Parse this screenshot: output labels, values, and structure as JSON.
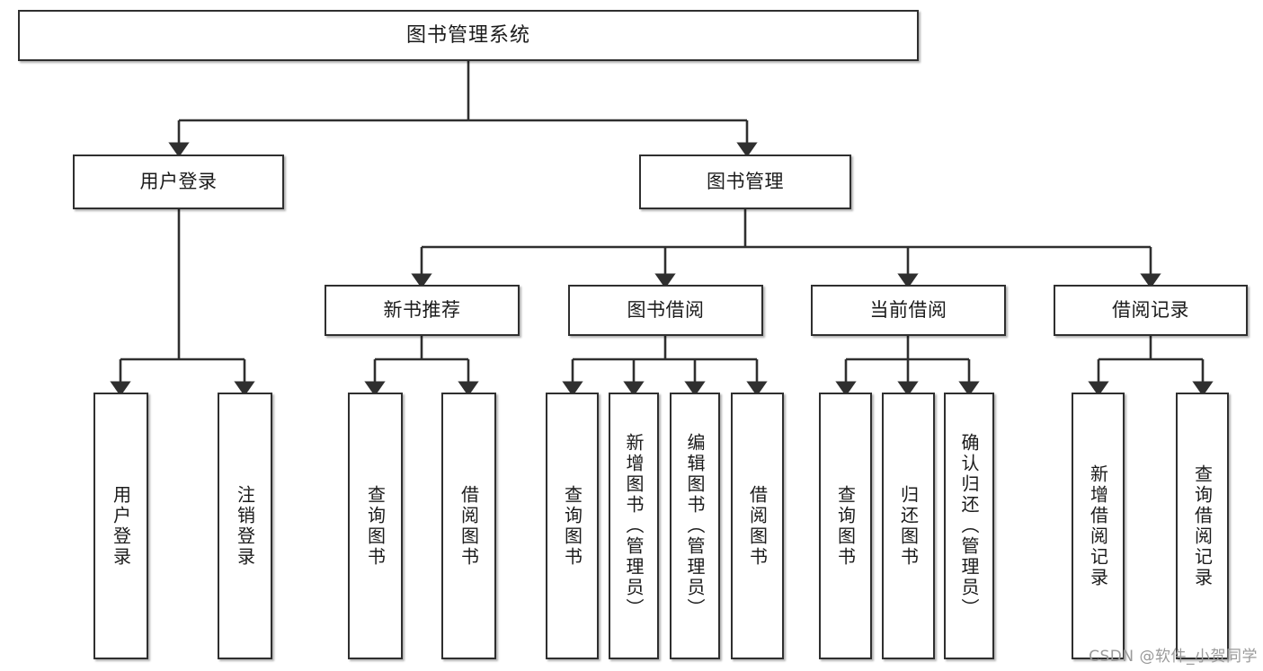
{
  "diagram": {
    "title_node": {
      "label": "图书管理系统"
    },
    "level2": [
      {
        "label": "用户登录"
      },
      {
        "label": "图书管理"
      }
    ],
    "level3": [
      {
        "label": "新书推荐"
      },
      {
        "label": "图书借阅"
      },
      {
        "label": "当前借阅"
      },
      {
        "label": "借阅记录"
      }
    ],
    "leaves": {
      "user_login": [
        {
          "label": "用户登录"
        },
        {
          "label": "注销登录"
        }
      ],
      "new_book_recommend": [
        {
          "label": "查询图书"
        },
        {
          "label": "借阅图书"
        }
      ],
      "book_borrow": [
        {
          "label": "查询图书"
        },
        {
          "label": "新增图书（管理员）"
        },
        {
          "label": "编辑图书（管理员）"
        },
        {
          "label": "借阅图书"
        }
      ],
      "current_borrow": [
        {
          "label": "查询图书"
        },
        {
          "label": "归还图书"
        },
        {
          "label": "确认归还（管理员）"
        }
      ],
      "borrow_record": [
        {
          "label": "新增借阅记录"
        },
        {
          "label": "查询借阅记录"
        }
      ]
    }
  },
  "watermark": {
    "text": "CSDN @软件_小贺同学"
  },
  "colors": {
    "stroke": "#2f2f2f",
    "fill": "#ffffff",
    "text": "#1b1b1b",
    "watermark": "#9a9a9a"
  }
}
